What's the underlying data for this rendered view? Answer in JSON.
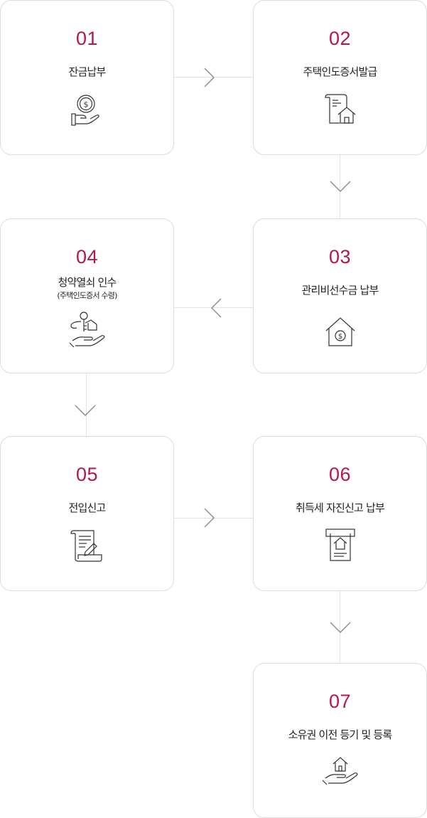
{
  "steps": [
    {
      "number": "01",
      "title": "잔금납부",
      "icon": "hand-coin-icon"
    },
    {
      "number": "02",
      "title": "주택인도증서발급",
      "icon": "document-house-icon"
    },
    {
      "number": "03",
      "title": "관리비선수금 납부",
      "icon": "house-dollar-icon"
    },
    {
      "number": "04",
      "title": "청약열쇠 인수",
      "subtitle": "(주택인도증서 수령)",
      "icon": "hand-keys-icon"
    },
    {
      "number": "05",
      "title": "전입신고",
      "icon": "document-pen-icon"
    },
    {
      "number": "06",
      "title": "취득세 자진신고 납부",
      "icon": "receipt-house-icon"
    },
    {
      "number": "07",
      "title": "소유권 이전 등기 및 등록",
      "icon": "hand-house-icon"
    }
  ],
  "colors": {
    "accent": "#b5164f",
    "border": "#dcdcdc",
    "connector": "#e3e3e3",
    "arrow": "#8a8a8a",
    "text": "#222222"
  }
}
